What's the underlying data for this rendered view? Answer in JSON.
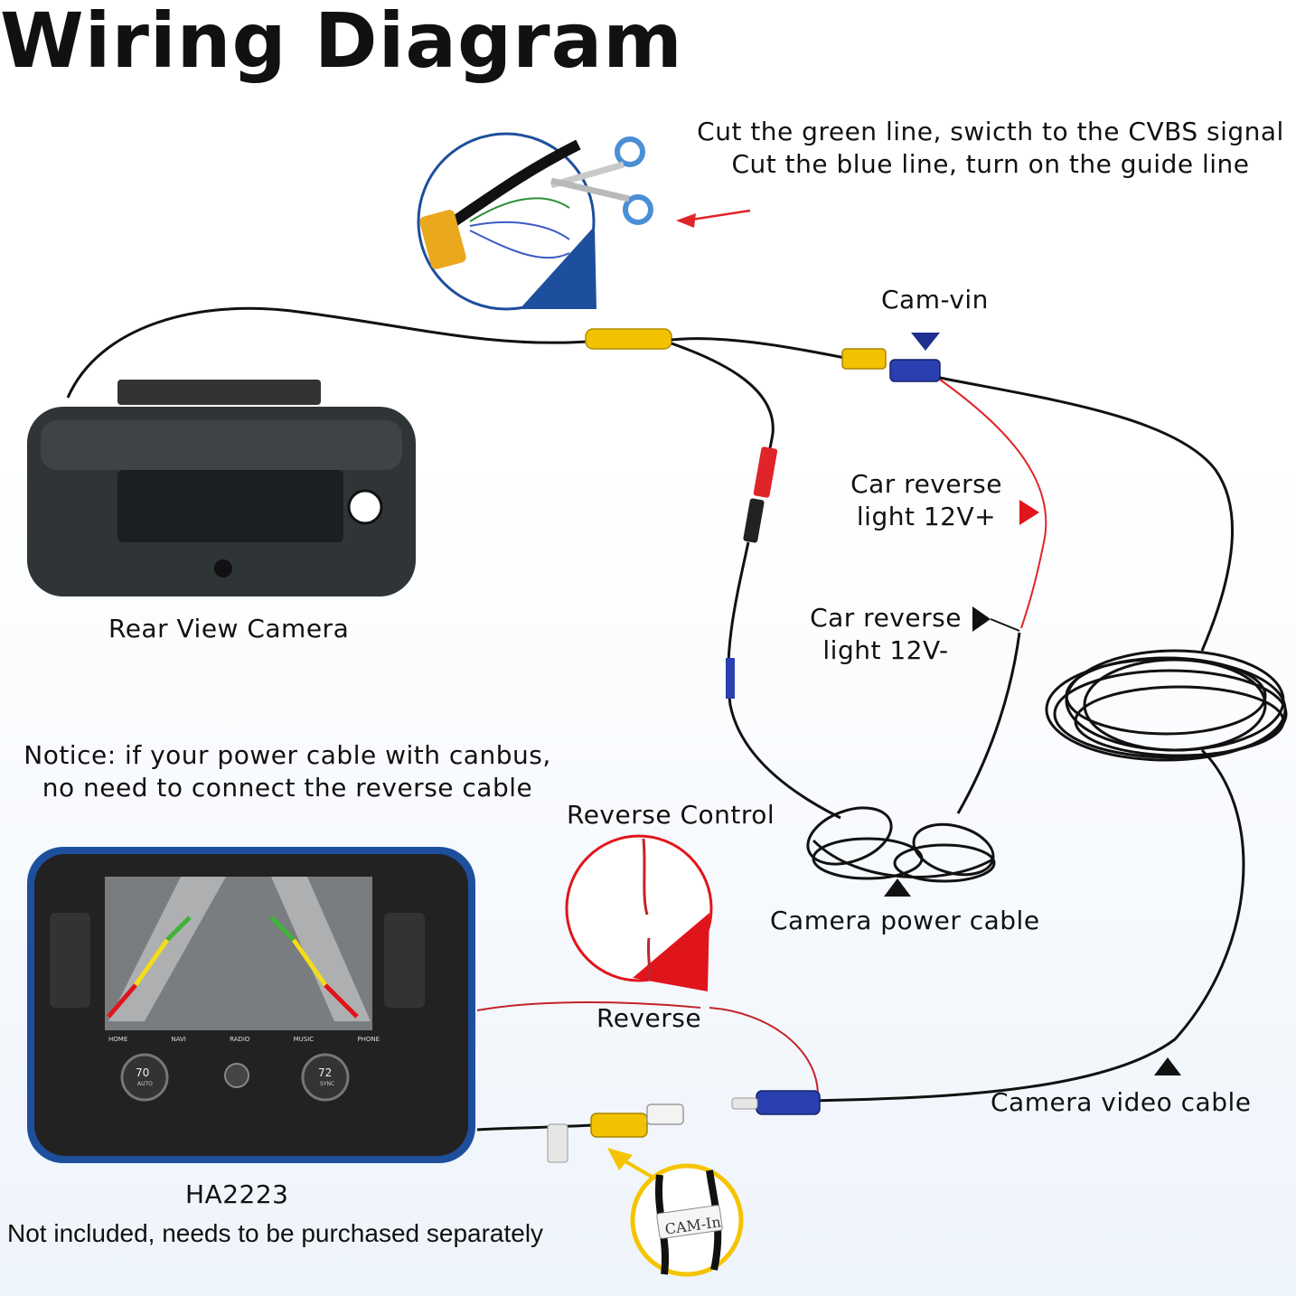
{
  "title": "Wiring Diagram",
  "labels": {
    "cut_instruction_1": "Cut the green line, swicth to the CVBS signal",
    "cut_instruction_2": "Cut the blue line, turn on the guide line",
    "cam_vin": "Cam-vin",
    "car_reverse_pos_1": "Car reverse",
    "car_reverse_pos_2": "light 12V+",
    "car_reverse_neg_1": "Car reverse",
    "car_reverse_neg_2": "light 12V-",
    "rear_view_camera": "Rear View Camera",
    "notice_1": "Notice: if your power cable with canbus,",
    "notice_2": "no need to connect the reverse cable",
    "reverse_control": "Reverse Control",
    "camera_power_cable": "Camera power cable",
    "reverse": "Reverse",
    "camera_video_cable": "Camera video cable",
    "model": "HA2223",
    "not_included": "Not included, needs to be purchased separately"
  },
  "head_unit": {
    "screen_buttons": [
      "HOME",
      "NAVI",
      "RADIO",
      "MUSIC",
      "PHONE"
    ],
    "temp_left": "70",
    "temp_right": "72",
    "auto_label": "AUTO",
    "sync_label": "SYNC"
  },
  "cam_in_tag": "CAM-In",
  "colors": {
    "wire": "#111111",
    "red_wire": "#e0252a",
    "yellow_connector": "#f2c200",
    "blue_connector": "#2a3fb0",
    "callout_blue": "#1d4f9c",
    "callout_red": "#e0151b",
    "callout_yellow": "#f5c400",
    "arrow_navy": "#1f2f8f"
  },
  "icons": [
    "scissors-icon",
    "arrow-icon"
  ]
}
